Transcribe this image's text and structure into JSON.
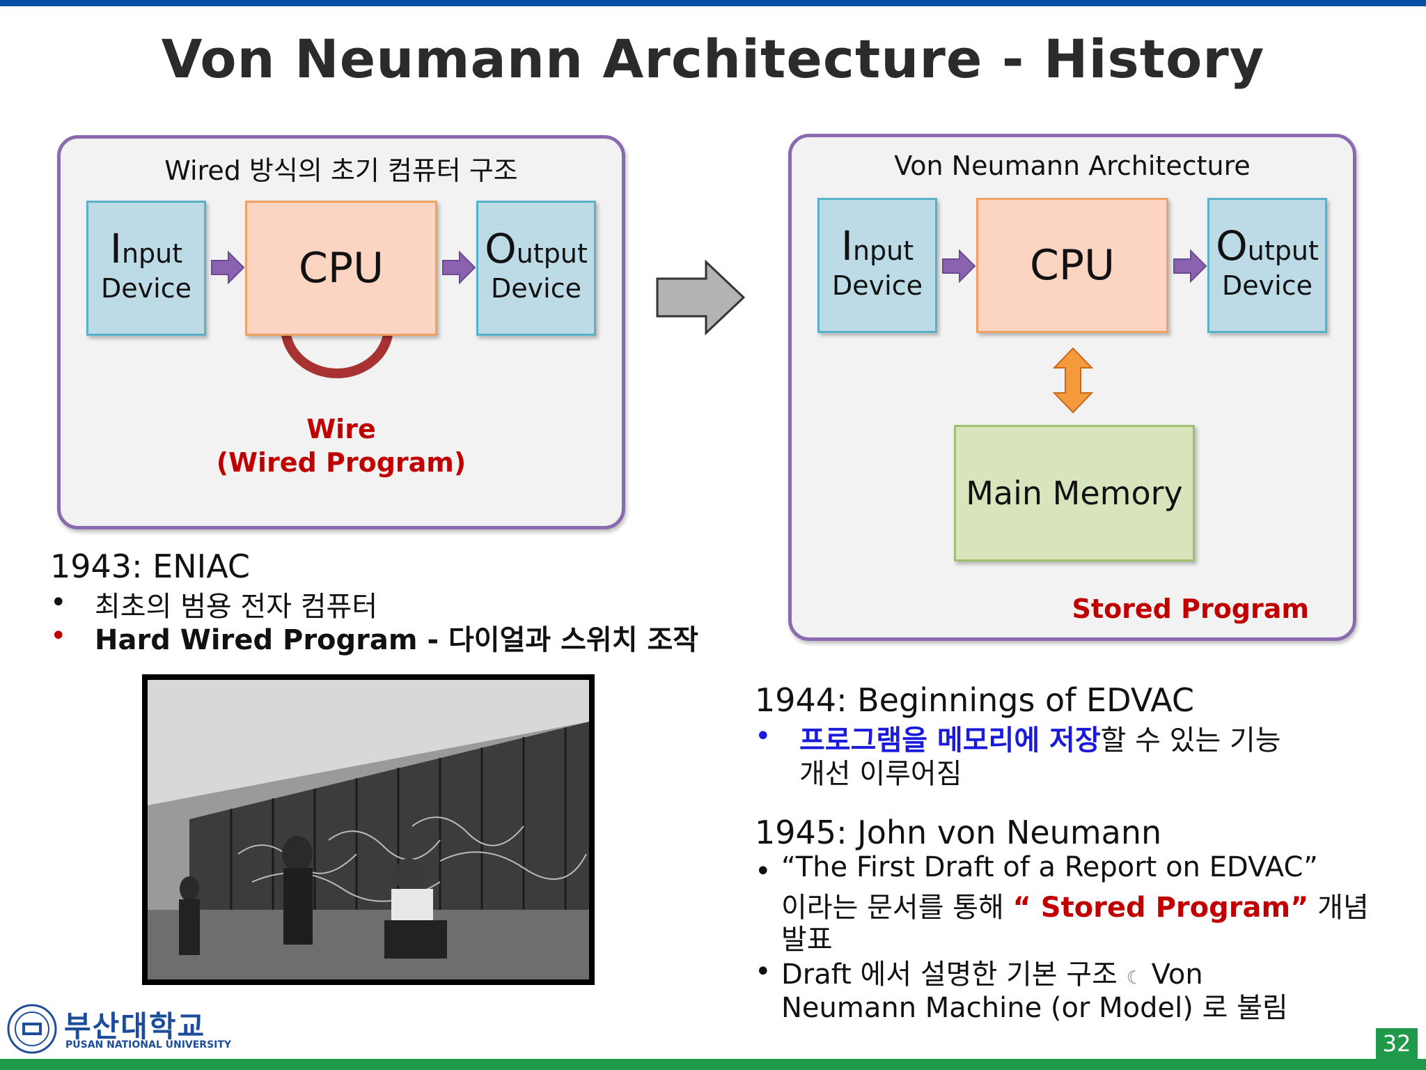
{
  "title": "Von Neumann Architecture - History",
  "left_panel": {
    "title": "Wired  방식의 초기 컴퓨터 구조",
    "input": {
      "cap": "I",
      "rest": "nput",
      "line2": "Device"
    },
    "cpu": "CPU",
    "output": {
      "cap": "O",
      "rest": "utput",
      "line2": "Device"
    },
    "wire_label_1": "Wire",
    "wire_label_2": "(Wired Program)"
  },
  "right_panel": {
    "title": "Von Neumann Architecture",
    "input": {
      "cap": "I",
      "rest": "nput",
      "line2": "Device"
    },
    "cpu": "CPU",
    "output": {
      "cap": "O",
      "rest": "utput",
      "line2": "Device"
    },
    "memory": "Main Memory",
    "stored_label": "Stored Program"
  },
  "eniac": {
    "heading": "1943: ENIAC",
    "bullet1": "최초의 범용 전자 컴퓨터",
    "bullet2": "Hard Wired Program -  다이얼과 스위치 조작"
  },
  "edvac": {
    "heading": "1944: Beginnings of EDVAC",
    "bullet1_highlight": "프로그램을 메모리에 저장",
    "bullet1_rest": "할 수 있는 기능",
    "bullet1_line2": "개선 이루어짐"
  },
  "neumann": {
    "heading": "1945: John von Neumann",
    "bullet1_line1": "“The First Draft of a Report on EDVAC”",
    "bullet1_pre": "이라는 문서를 통해 ",
    "bullet1_highlight": "“ Stored Program”",
    "bullet1_post": "  개념",
    "bullet1_line3": "발표",
    "bullet2_line1_pre": "Draft 에서 설명한 기본 구조 ",
    "bullet2_symbol": "☾",
    "bullet2_line1_post": "  Von",
    "bullet2_line2": "Neumann Machine (or Model) 로 불림"
  },
  "bullet_char": "•",
  "logo": {
    "name": "부산대학교",
    "sub": "PUSAN NATIONAL UNIVERSITY"
  },
  "page_number": "32",
  "colors": {
    "accent_blue": "#0a4fa6",
    "accent_green": "#1e9a4a",
    "panel_border": "#8a6bb0",
    "arrow_purple": "#8a63b0",
    "wire_red": "#a83232",
    "highlight_red": "#c00000",
    "highlight_blue": "#1a1adc"
  }
}
